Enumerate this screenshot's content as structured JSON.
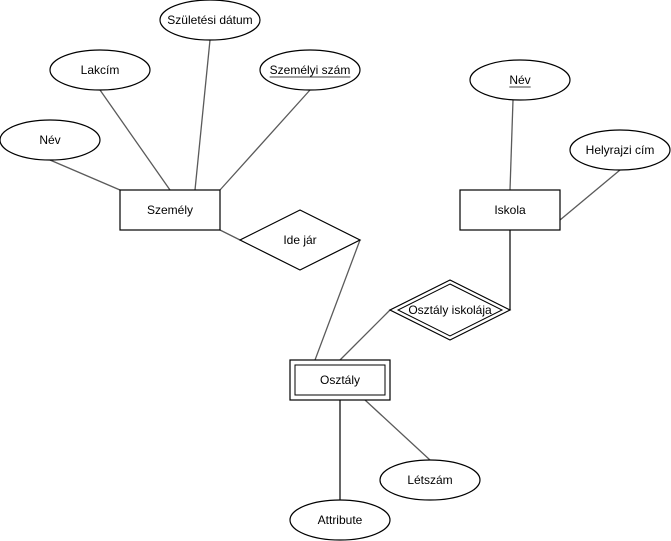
{
  "diagram": {
    "type": "er-diagram",
    "entities": [
      {
        "id": "szemely",
        "label": "Személy",
        "weak": false
      },
      {
        "id": "iskola",
        "label": "Iskola",
        "weak": false
      },
      {
        "id": "osztaly",
        "label": "Osztály",
        "weak": true
      }
    ],
    "relationships": [
      {
        "id": "ide_jar",
        "label": "Ide jár",
        "identifying": false,
        "connects": [
          "szemely",
          "osztaly"
        ]
      },
      {
        "id": "osztaly_iskolaja",
        "label": "Osztály iskolája",
        "identifying": true,
        "connects": [
          "osztaly",
          "iskola"
        ]
      }
    ],
    "attributes": [
      {
        "id": "szemely_nev",
        "label": "Név",
        "key": false,
        "owner": "szemely"
      },
      {
        "id": "lakcim",
        "label": "Lakcím",
        "key": false,
        "owner": "szemely"
      },
      {
        "id": "szuletesi_datum",
        "label": "Születési dátum",
        "key": false,
        "owner": "szemely"
      },
      {
        "id": "szemelyi_szam",
        "label": "Személyi szám",
        "key": true,
        "owner": "szemely"
      },
      {
        "id": "iskola_nev",
        "label": "Név",
        "key": true,
        "owner": "iskola"
      },
      {
        "id": "helyrajzi_cim",
        "label": "Helyrajzi cím",
        "key": false,
        "owner": "iskola"
      },
      {
        "id": "letszam",
        "label": "Létszám",
        "key": false,
        "owner": "osztaly"
      },
      {
        "id": "attribute",
        "label": "Attribute",
        "key": false,
        "owner": "osztaly"
      }
    ]
  }
}
